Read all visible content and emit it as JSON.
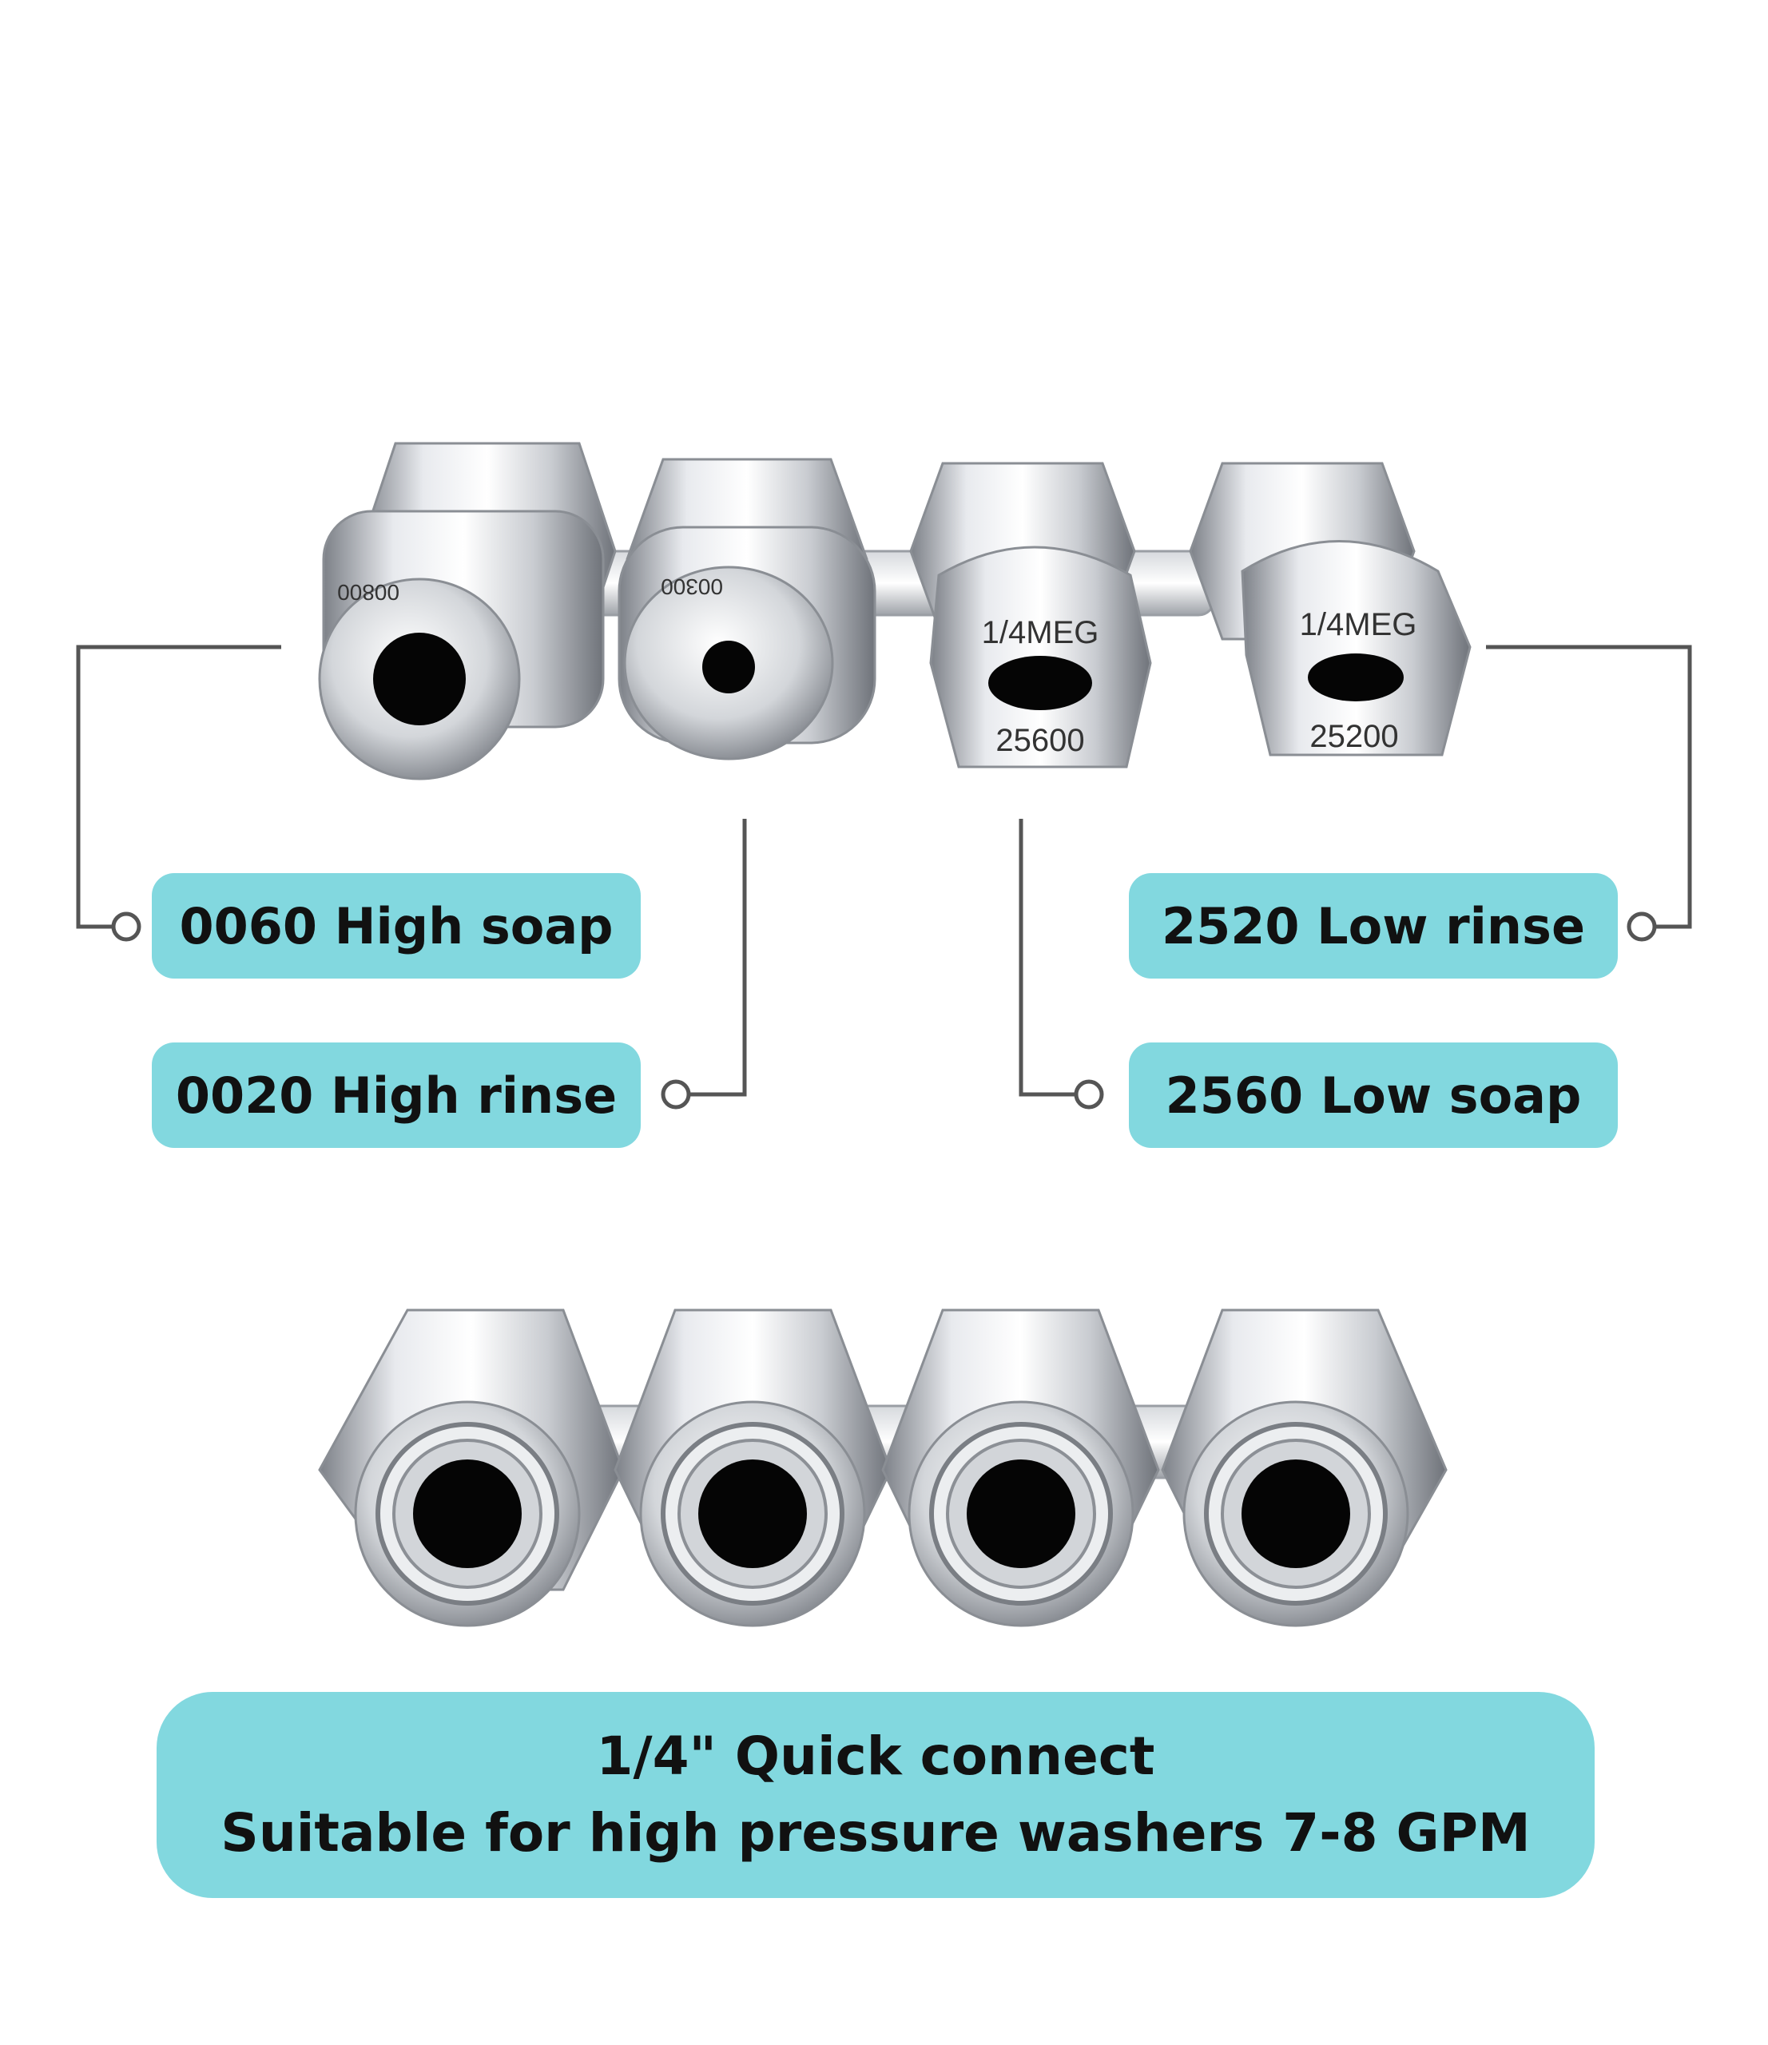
{
  "colors": {
    "accent": "#82d8df",
    "connector": "#555555",
    "steel_light": "#f2f3f5",
    "steel_dark": "#8e9298"
  },
  "labels": {
    "nozzle_0060": "0060 High soap",
    "nozzle_0020": "0020 High rinse",
    "nozzle_2520": "2520 Low rinse",
    "nozzle_2560": "2560 Low soap"
  },
  "nozzle_markings": {
    "n1_code": "00800",
    "n2_code": "00300",
    "n3_top": "1/4MEG",
    "n3_bottom": "25600",
    "n4_top": "1/4MEG",
    "n4_bottom": "25200"
  },
  "banner": {
    "line1": "1/4\" Quick connect",
    "line2": "Suitable for high pressure washers 7-8 GPM"
  },
  "icons": [
    "connector-dot-icon"
  ]
}
